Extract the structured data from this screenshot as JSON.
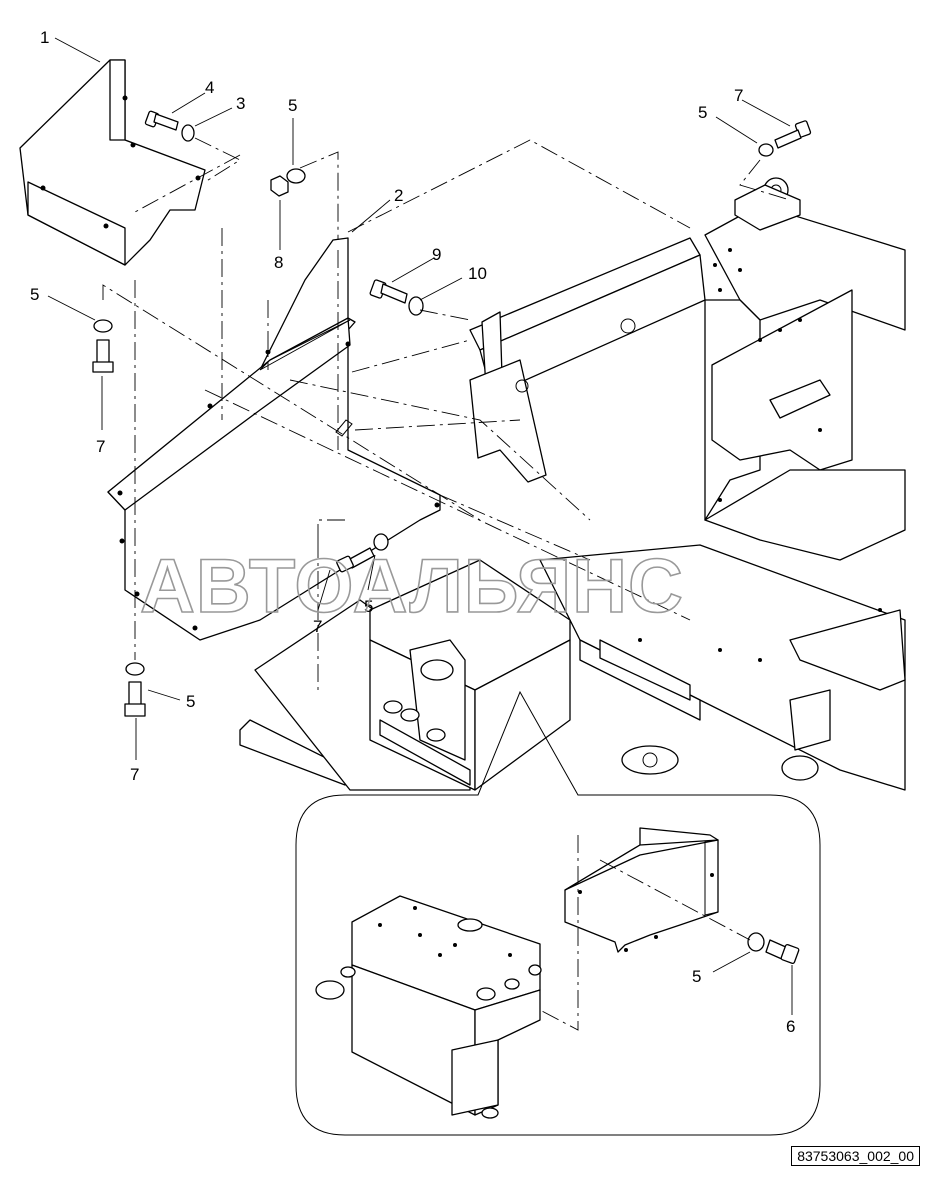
{
  "callouts": [
    {
      "id": "c1",
      "label": "1"
    },
    {
      "id": "c2",
      "label": "2"
    },
    {
      "id": "c3",
      "label": "3"
    },
    {
      "id": "c4",
      "label": "4"
    },
    {
      "id": "c5a",
      "label": "5"
    },
    {
      "id": "c5b",
      "label": "5"
    },
    {
      "id": "c5c",
      "label": "5"
    },
    {
      "id": "c5d",
      "label": "5"
    },
    {
      "id": "c5e",
      "label": "5"
    },
    {
      "id": "c5f",
      "label": "5"
    },
    {
      "id": "c6",
      "label": "6"
    },
    {
      "id": "c7a",
      "label": "7"
    },
    {
      "id": "c7b",
      "label": "7"
    },
    {
      "id": "c7c",
      "label": "7"
    },
    {
      "id": "c7d",
      "label": "7"
    },
    {
      "id": "c8",
      "label": "8"
    },
    {
      "id": "c9",
      "label": "9"
    },
    {
      "id": "c10",
      "label": "10"
    }
  ],
  "watermark": "АВТОАЛЬЯНС",
  "figure_id": "83753063_002_00"
}
